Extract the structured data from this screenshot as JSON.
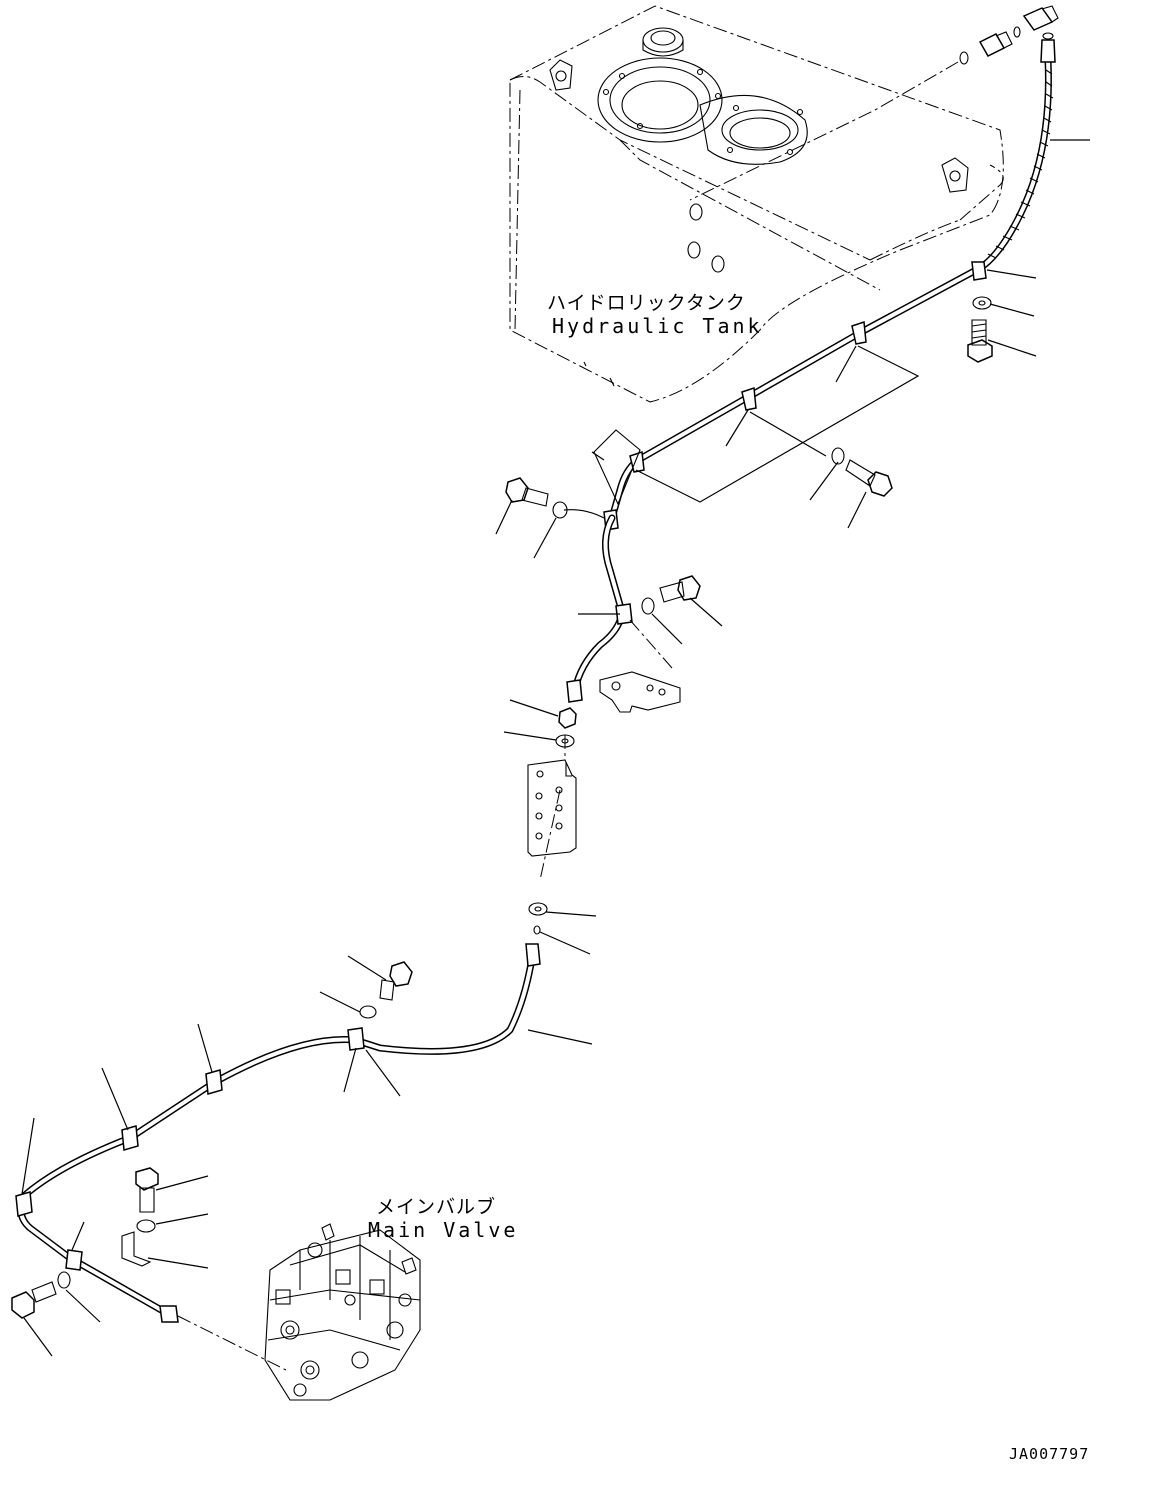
{
  "labels": {
    "hydraulic_tank_ja": "ハイドロリックタンク",
    "hydraulic_tank_en": "Hydraulic Tank",
    "main_valve_ja": "メインバルブ",
    "main_valve_en": "Main Valve",
    "drawing_number": "JA007797"
  },
  "style": {
    "line_color": "#000000",
    "background": "#ffffff"
  }
}
